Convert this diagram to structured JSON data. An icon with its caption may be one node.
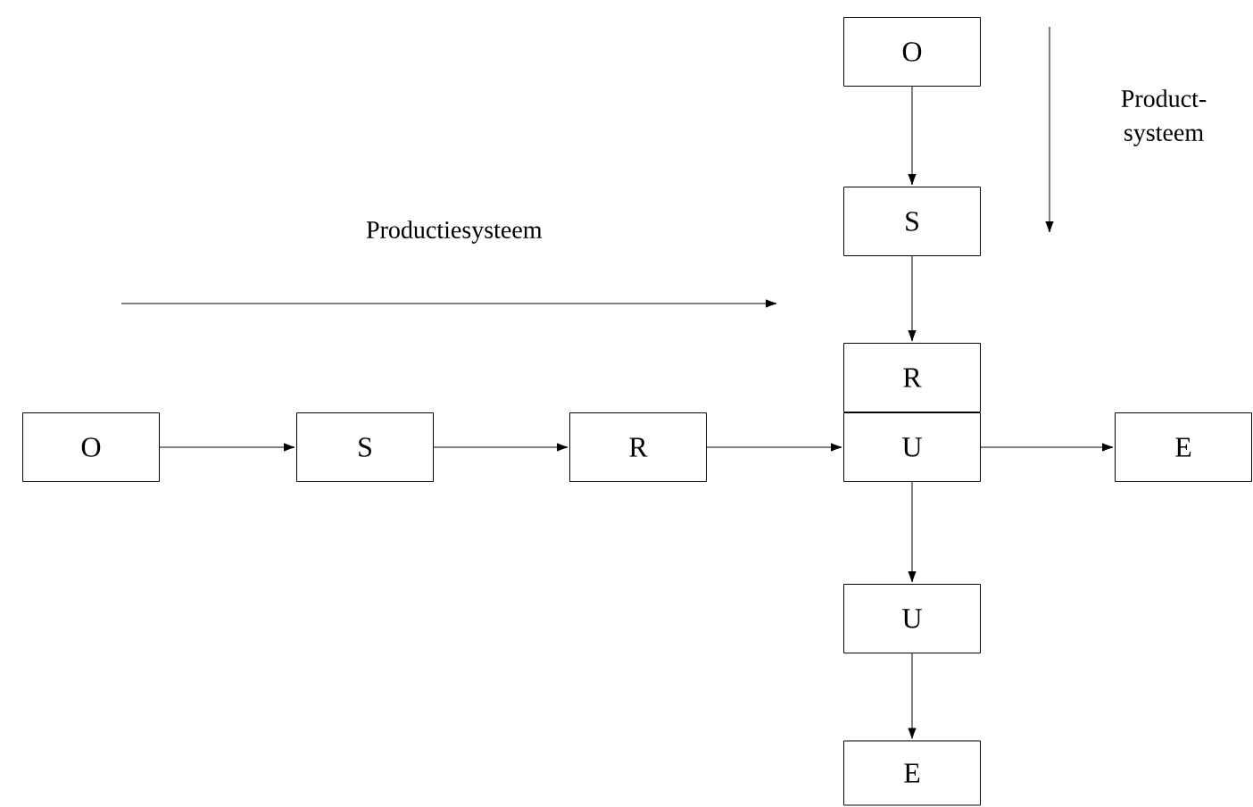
{
  "diagram": {
    "nodes": [
      {
        "text": [
          "O"
        ]
      },
      {
        "text": [
          "S"
        ]
      },
      {
        "text": [
          "R"
        ]
      },
      {
        "text": [
          "O"
        ]
      },
      {
        "text": [
          "S"
        ]
      },
      {
        "text": [
          "R"
        ]
      },
      {
        "text": [
          "U"
        ]
      },
      {
        "text": [
          "E"
        ]
      },
      {
        "text": [
          "U"
        ]
      },
      {
        "text": [
          "E"
        ]
      }
    ],
    "edges": [
      {
        "from": 0,
        "to": 1,
        "arrow": "to"
      },
      {
        "from": 1,
        "to": 2,
        "arrow": "to"
      },
      {
        "from": 3,
        "to": 4,
        "arrow": "to"
      },
      {
        "from": 4,
        "to": 5,
        "arrow": "to"
      },
      {
        "from": 5,
        "to": 6,
        "arrow": "to"
      },
      {
        "from": 6,
        "to": 7,
        "arrow": "to"
      },
      {
        "from": 6,
        "to": 8,
        "arrow": "to"
      },
      {
        "from": 8,
        "to": 9,
        "arrow": "to"
      }
    ],
    "labels": [
      "Product- systeem",
      "Productiesysteem"
    ]
  }
}
